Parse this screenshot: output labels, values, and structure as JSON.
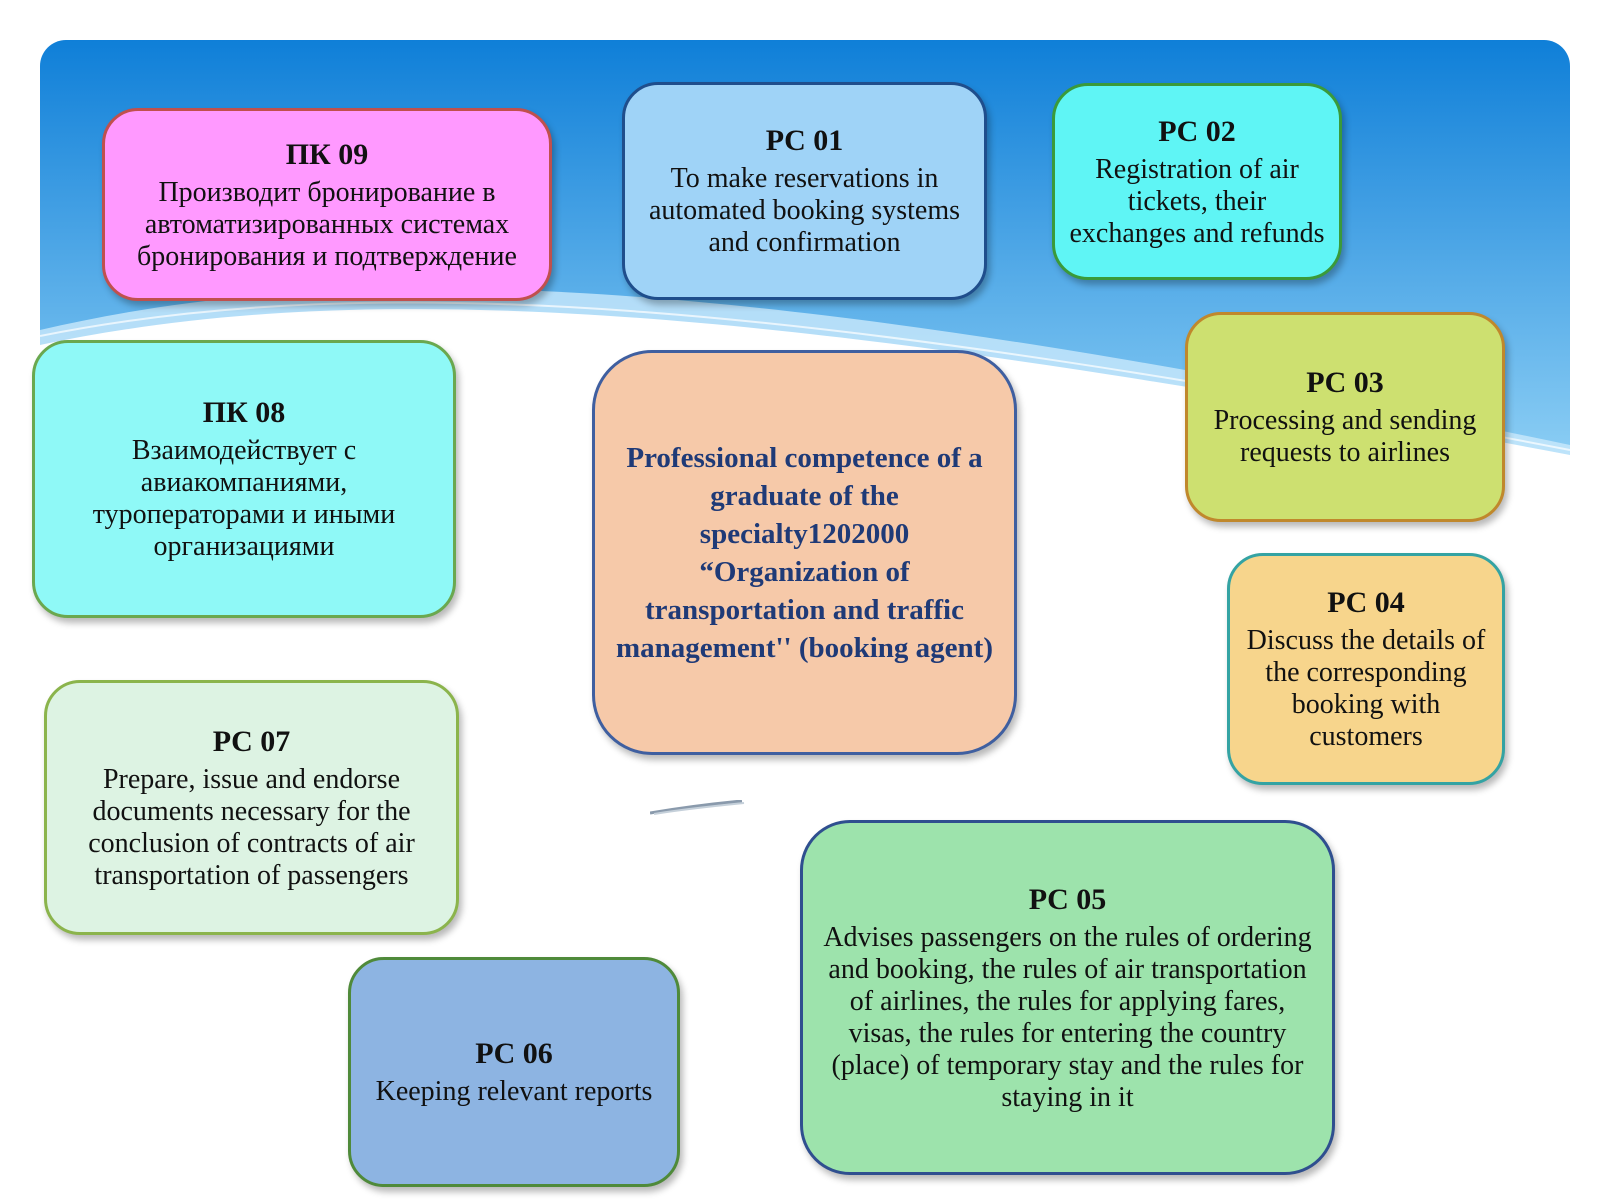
{
  "colors": {
    "banner_top": "#0f7fd8",
    "banner_bottom": "#8fd0f5",
    "center_text": "#1f3a77"
  },
  "center": {
    "text": "Professional competence of a graduate of the specialty1202000 “Organization of transportation and traffic management'' (booking agent)",
    "fill": "#f6c9a9",
    "border": "#3f5fa0"
  },
  "boxes": [
    {
      "code": "ПК 09",
      "text": "Производит бронирование в автоматизированных системах бронирования и подтверждение",
      "fill": "#ff99ff",
      "border": "#c0504d"
    },
    {
      "code": "PC 01",
      "text": "To make reservations in automated booking systems and confirmation",
      "fill": "#9fd3f7",
      "border": "#1f4e8c"
    },
    {
      "code": "PC 02",
      "text": "Registration of air tickets, their exchanges and refunds",
      "fill": "#5ff5f5",
      "border": "#3a9a3a"
    },
    {
      "code": "ПК 08",
      "text": "Взаимодействует с авиакомпаниями, туроператорами и иными организациями",
      "fill": "#8ff9f7",
      "border": "#6aa84f"
    },
    {
      "code": "PC 03",
      "text": "Processing and sending requests to airlines",
      "fill": "#cde070",
      "border": "#c0882c"
    },
    {
      "code": "PC 04",
      "text": "Discuss the details of the corresponding booking with customers",
      "fill": "#f7d58c",
      "border": "#34a3a3"
    },
    {
      "code": "PC 07",
      "text": "Prepare, issue and endorse documents necessary for the conclusion of contracts of air transportation of passengers",
      "fill": "#ddf3e3",
      "border": "#8bb44c"
    },
    {
      "code": "PC 05",
      "text": "Advises passengers on the rules of ordering and booking, the rules of air transportation of airlines, the rules for applying fares, visas, the rules for entering the country (place) of temporary stay and the rules for staying in it",
      "fill": "#9de3ac",
      "border": "#2f4f8f"
    },
    {
      "code": "PC 06",
      "text": "Keeping relevant reports",
      "fill": "#8db4e2",
      "border": "#4f8a3a"
    }
  ]
}
